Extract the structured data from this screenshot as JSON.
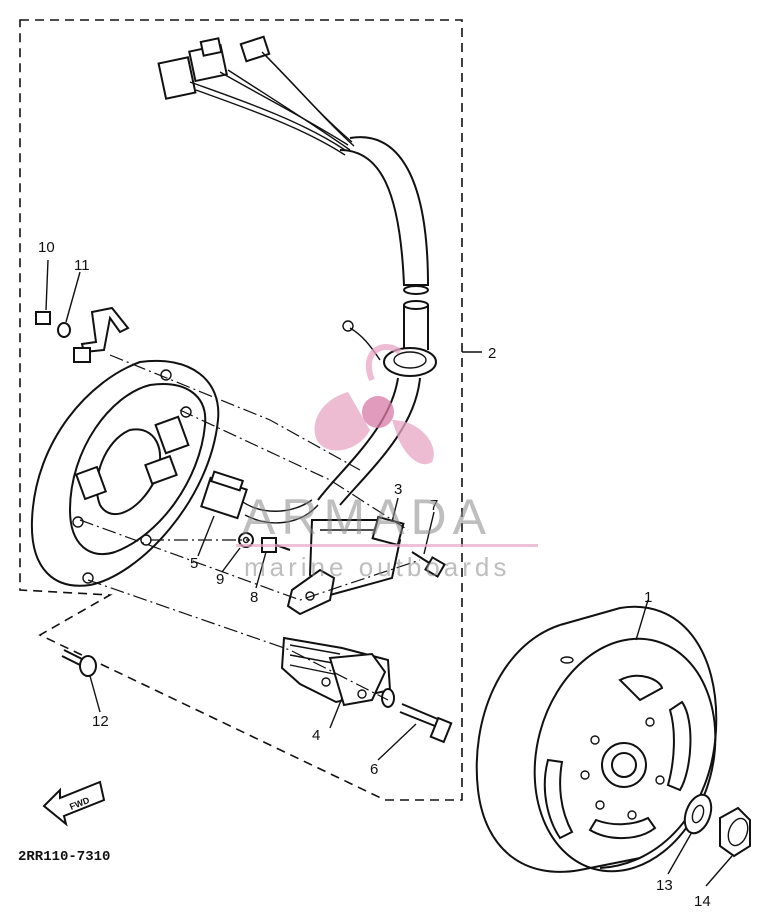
{
  "diagram": {
    "part_labels": {
      "p1": "1",
      "p2": "2",
      "p3": "3",
      "p4": "4",
      "p5": "5",
      "p6": "6",
      "p7": "7",
      "p8": "8",
      "p9": "9",
      "p10": "10",
      "p11": "11",
      "p12": "12",
      "p13": "13",
      "p14": "14"
    },
    "drawing_code": "2RR110-7310",
    "fwd_label": "FWD"
  },
  "watermark": {
    "brand": "ARMADA",
    "tagline": "marine outboards",
    "colors": {
      "logo": "#e8a6c4",
      "logo_dark": "#d87aa8",
      "text": "#8a8a8a"
    }
  }
}
